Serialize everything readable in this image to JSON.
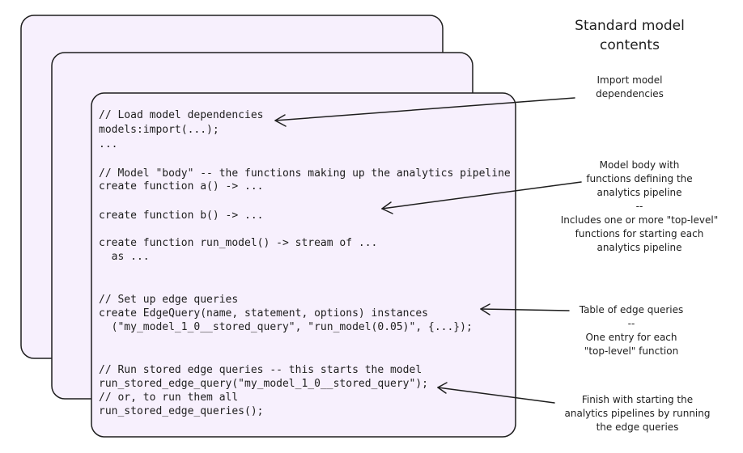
{
  "title": "Standard model\ncontents",
  "code_lines": [
    "// Load model dependencies",
    "models:import(...);",
    "...",
    "",
    "// Model \"body\" -- the functions making up the analytics pipeline",
    "create function a() -> ...",
    "",
    "create function b() -> ...",
    "",
    "create function run_model() -> stream of ...",
    "  as ...",
    "",
    "",
    "// Set up edge queries",
    "create EdgeQuery(name, statement, options) instances",
    "  (\"my_model_1_0__stored_query\", \"run_model(0.05)\", {...});",
    "",
    "",
    "// Run stored edge queries -- this starts the model",
    "run_stored_edge_query(\"my_model_1_0__stored_query\");",
    "// or, to run them all",
    "run_stored_edge_queries();"
  ],
  "annotations": {
    "import": "Import model\ndependencies",
    "body": "Model body with\nfunctions defining the\nanalytics pipeline\n--\nIncludes one or more \"top-level\"\nfunctions for starting each\nanalytics pipeline",
    "edge_table": "Table of edge queries\n--\nOne entry for each\n\"top-level\" function",
    "finish": "Finish with starting the\nanalytics pipelines by running\nthe edge queries"
  },
  "colors": {
    "card_fill": "#f7f0fd",
    "stroke": "#1e1e1e"
  }
}
